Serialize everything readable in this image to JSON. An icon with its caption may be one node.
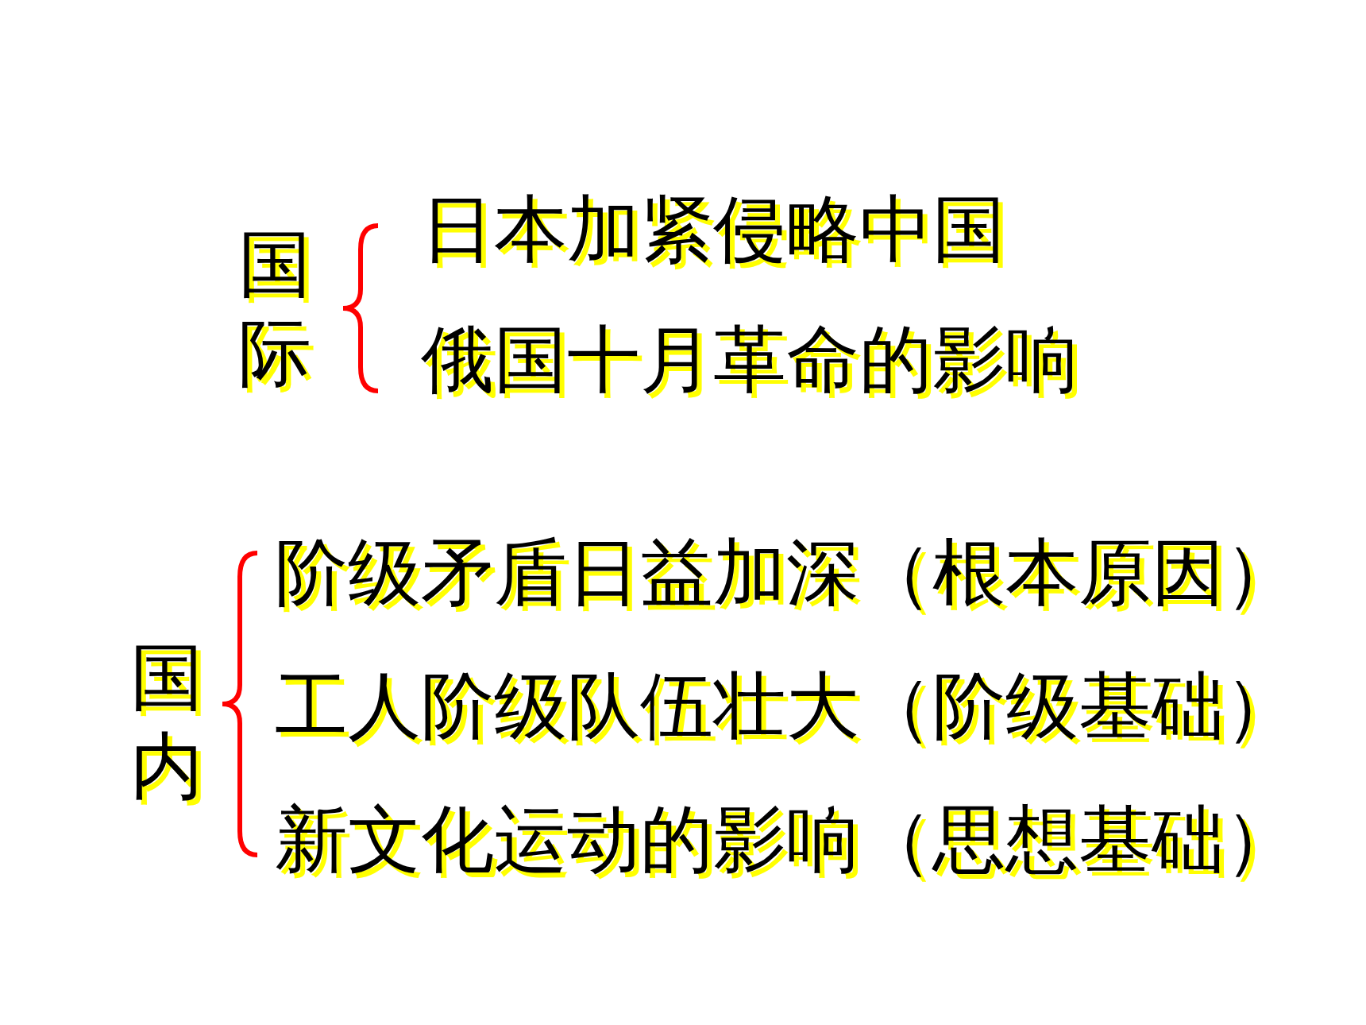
{
  "diagram": {
    "labels": [
      "国际",
      "日本加紧侵略中国",
      "俄国十月革命的影响",
      "国内",
      "阶级矛盾日益加深（根本原因）",
      "工人阶级队伍壮大（阶级基础）",
      "新文化运动的影响（思想基础）"
    ]
  }
}
